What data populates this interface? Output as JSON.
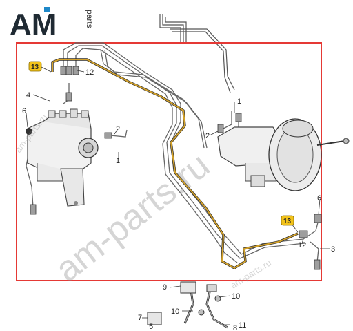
{
  "logo": {
    "main": "AM",
    "sub": "parts",
    "colors": {
      "dark": "#1f2a33",
      "accent": "#1e88c8"
    }
  },
  "watermark": {
    "large": "am-parts.ru",
    "small": "am-parts.ru"
  },
  "highlight_color": "#e53935",
  "pipe_highlight_color": "#d4a22a",
  "badge_color": "#f2c21a",
  "callouts": {
    "c1_right": "1",
    "c1_left": "1",
    "c2_abs": "2",
    "c2_master": "2",
    "c3": "3",
    "c4": "4",
    "c5": "5",
    "c6_left": "6",
    "c6_right": "6",
    "c7": "7",
    "c8": "8",
    "c9": "9",
    "c10_a": "10",
    "c10_b": "10",
    "c11": "11",
    "c12_top": "12",
    "c12_right": "12",
    "c13_top": "13",
    "c13_right": "13"
  }
}
